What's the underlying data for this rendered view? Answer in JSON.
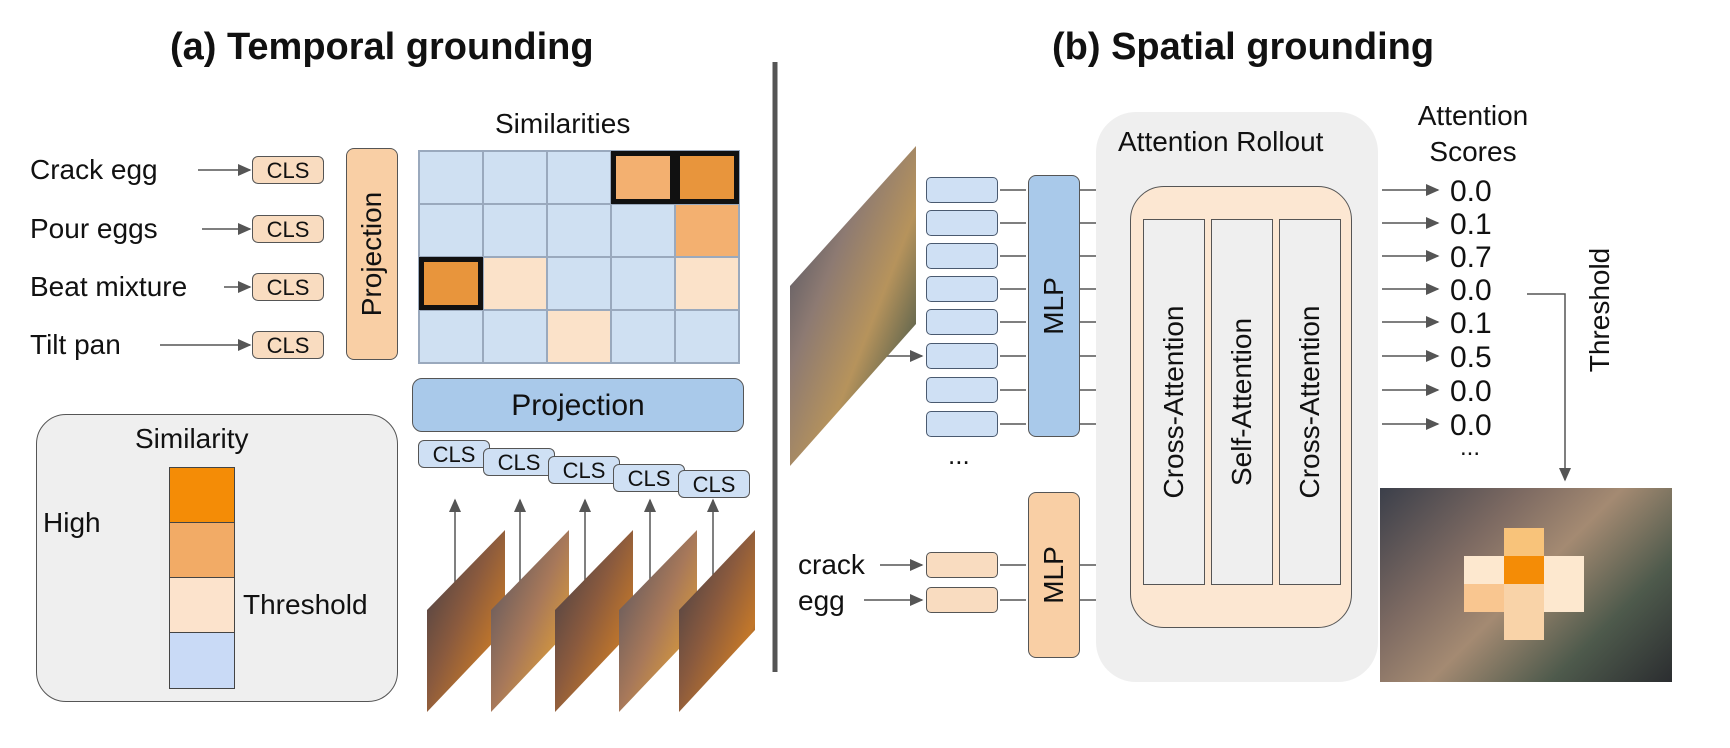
{
  "panel_a": {
    "title": "(a) Temporal grounding",
    "actions": [
      "Crack egg",
      "Pour eggs",
      "Beat mixture",
      "Tilt pan"
    ],
    "cls_label": "CLS",
    "projection_label": "Projection",
    "similarities_label": "Similarities",
    "legend": {
      "title": "Similarity",
      "high_label": "High",
      "threshold_label": "Threshold",
      "colors": [
        "#f48c06",
        "#f2ab66",
        "#fce3cc",
        "#c9daf6"
      ]
    },
    "matrix": [
      [
        "none",
        "none",
        "none",
        "mid-selected",
        "high-selected"
      ],
      [
        "none",
        "none",
        "none",
        "none",
        "mid"
      ],
      [
        "high-selected",
        "low",
        "none",
        "none",
        "low"
      ],
      [
        "none",
        "none",
        "low",
        "none",
        "none"
      ]
    ]
  },
  "panel_b": {
    "title": "(b) Spatial grounding",
    "mlp_label": "MLP",
    "rollout_label": "Attention Rollout",
    "layers": [
      "Cross-Attention",
      "Self-Attention",
      "Cross-Attention"
    ],
    "scores_header": "Attention Scores",
    "scores": [
      "0.0",
      "0.1",
      "0.7",
      "0.0",
      "0.1",
      "0.5",
      "0.0",
      "0.0",
      "..."
    ],
    "threshold_label": "Threshold",
    "ellipsis": "...",
    "text_tokens": [
      "crack",
      "egg"
    ]
  },
  "colors": {
    "orange_box": "#f9d0a8",
    "blue_box": "#a9c9ea",
    "panel_bg": "#efefef",
    "inner_bg": "#fce7d2"
  }
}
